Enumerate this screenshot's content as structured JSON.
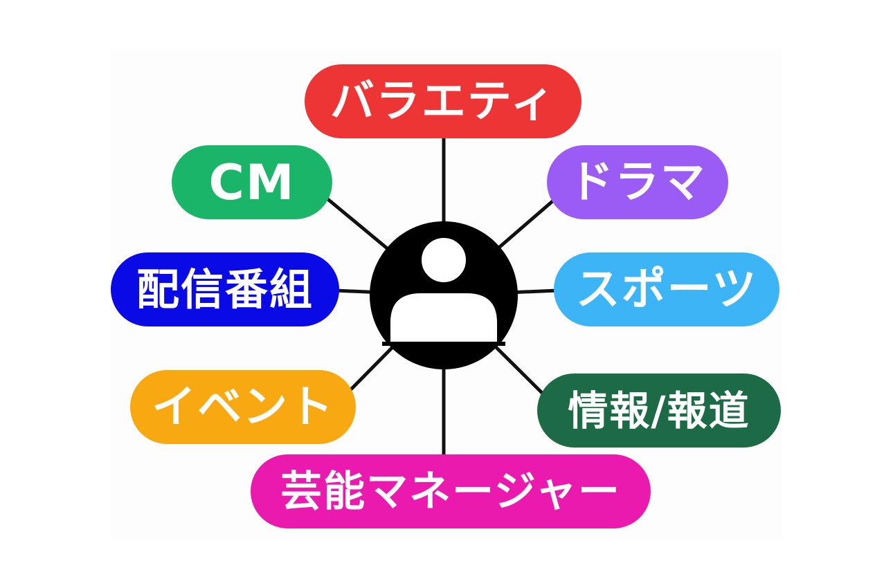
{
  "center": {
    "icon": "user-icon"
  },
  "categories": [
    {
      "id": "variety",
      "label": "バラエティ",
      "color": "#EE3535"
    },
    {
      "id": "cm",
      "label": "CM",
      "color": "#1BB56A"
    },
    {
      "id": "drama",
      "label": "ドラマ",
      "color": "#9B5CF5"
    },
    {
      "id": "streaming",
      "label": "配信番組",
      "color": "#0A0AE6"
    },
    {
      "id": "sports",
      "label": "スポーツ",
      "color": "#3DB4F5"
    },
    {
      "id": "event",
      "label": "イベント",
      "color": "#F8A912"
    },
    {
      "id": "news",
      "label": "情報/報道",
      "color": "#1C6B46"
    },
    {
      "id": "manager",
      "label": "芸能マネージャー",
      "color": "#EB1AAE"
    }
  ]
}
